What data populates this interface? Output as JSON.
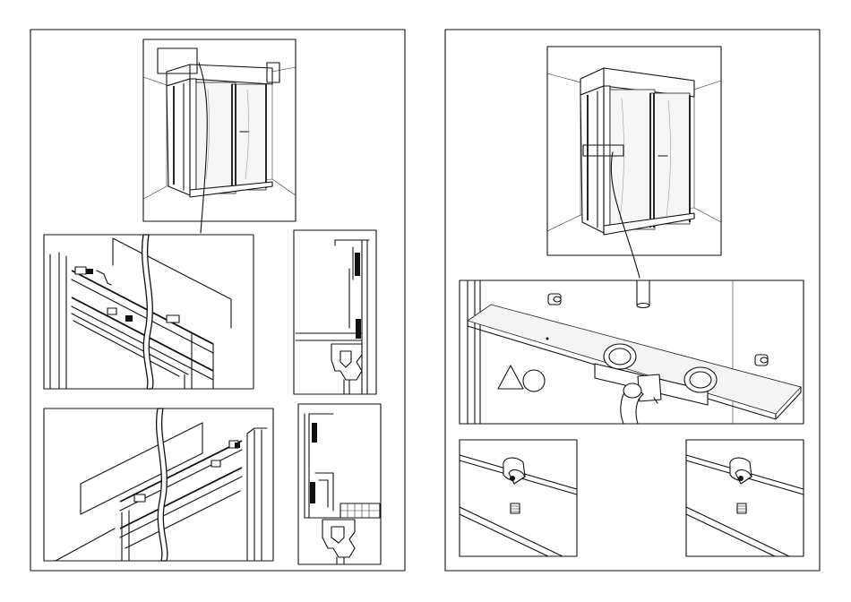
{
  "pages": [
    {
      "name": "left-sheet",
      "views": [
        "enclosure-overview-top-rail",
        "top-rail-front-detail",
        "top-rail-section-a",
        "bottom-rail-front-detail",
        "bottom-rail-section-b"
      ]
    },
    {
      "name": "right-sheet",
      "views": [
        "enclosure-overview-shelf",
        "shelf-mounting-detail",
        "shelf-bracket-detail-left",
        "shelf-bracket-detail-right"
      ]
    }
  ],
  "symbols": {
    "triangle": "triangle-icon",
    "circle": "circle-icon"
  },
  "colors": {
    "line": "#111111",
    "background": "#ffffff"
  }
}
